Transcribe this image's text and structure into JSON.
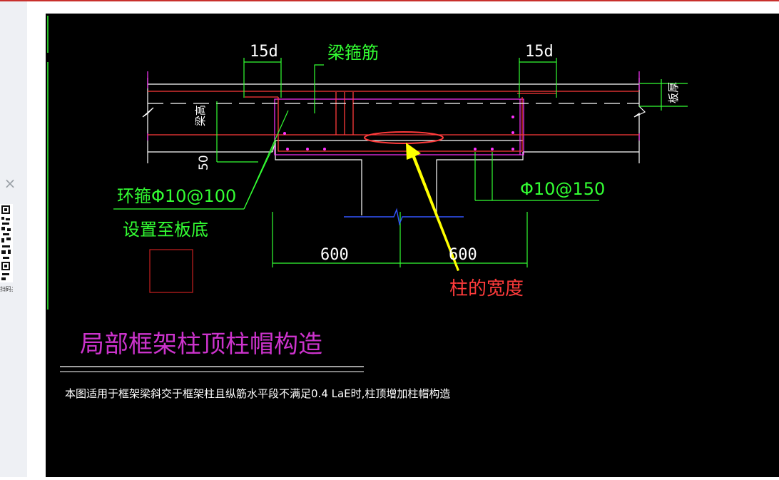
{
  "sidebar": {
    "close_symbol": "×",
    "qr_caption": "扫码关注"
  },
  "drawing": {
    "dim_left_anchor": "15d",
    "dim_right_anchor": "15d",
    "label_beam_stirrup": "梁箍筋",
    "label_beam_height": "梁高",
    "label_slab_thickness": "板厚",
    "dim_50": "50",
    "label_hoop_stirrup": "环箍Φ10@100",
    "label_set_to_slab_bottom": "设置至板底",
    "label_stirrup_right": "Φ10@150",
    "dim_600_left": "600",
    "dim_600_right": "600",
    "annotation_column_width": "柱的宽度",
    "title": "局部框架柱顶柱帽构造",
    "note": "本图适用于框架梁斜交于框架柱且纵筋水平段不满足0.4 LaE时,柱顶增加柱帽构造"
  },
  "colors": {
    "background": "#000000",
    "outline": "#ffffff",
    "rebar": "#ff3b3b",
    "dimension": "#33ff33",
    "slab_edge": "#ff33ff",
    "annotation": "#ff3b3b",
    "arrow": "#ffff00",
    "title": "#cc33cc",
    "break_line": "#3355ff"
  }
}
